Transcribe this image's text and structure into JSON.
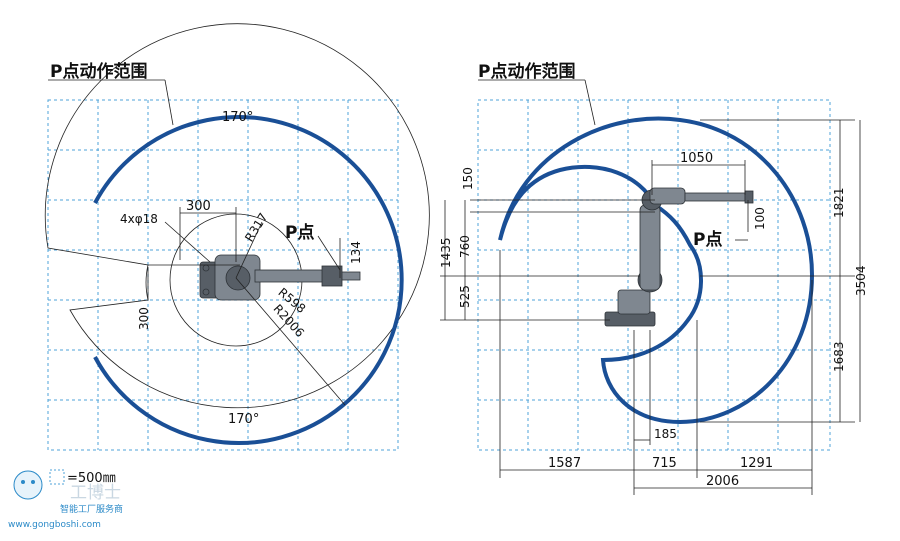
{
  "left": {
    "title": "P点动作范围",
    "angle_top": "170°",
    "angle_bottom": "170°",
    "dim_300_top": "300",
    "holes": "4xφ18",
    "r317": "R317",
    "p_label": "P点",
    "dim_134": "134",
    "r598": "R598",
    "r2006": "R2006",
    "dim_300_left": "300",
    "scale_label": "=500㎜"
  },
  "right": {
    "title": "P点动作范围",
    "dim_1050": "1050",
    "dim_150": "150",
    "dim_1435": "1435",
    "dim_760": "760",
    "dim_525": "525",
    "p_label": "P点",
    "dim_100": "100",
    "dim_1821": "1821",
    "dim_3504": "3504",
    "dim_1683": "1683",
    "dim_185": "185",
    "dim_1587": "1587",
    "dim_715": "715",
    "dim_1291": "1291",
    "dim_2006": "2006"
  },
  "watermark": {
    "brand": "工博士",
    "tagline": "智能工厂服务商",
    "url": "www.gongboshi.com"
  },
  "colors": {
    "grid": "#4fa3d9",
    "envelope": "#1a4f96",
    "robot": "#7f8790"
  }
}
